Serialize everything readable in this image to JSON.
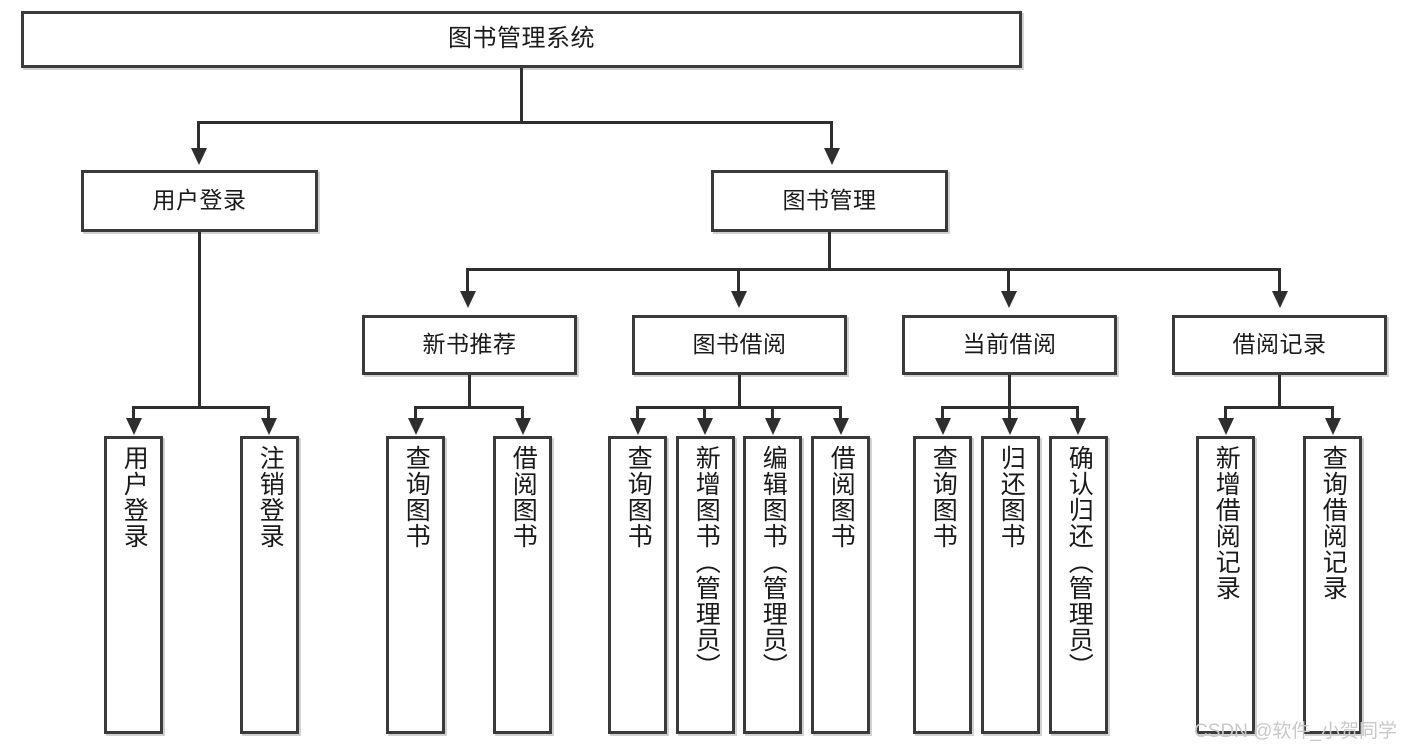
{
  "diagram": {
    "title": "图书管理系统",
    "root": {
      "label": "图书管理系统"
    },
    "level2": [
      {
        "label": "用户登录"
      },
      {
        "label": "图书管理"
      }
    ],
    "level3": [
      {
        "label": "新书推荐"
      },
      {
        "label": "图书借阅"
      },
      {
        "label": "当前借阅"
      },
      {
        "label": "借阅记录"
      }
    ],
    "leaves": {
      "user_login": [
        {
          "label": "用户登录"
        },
        {
          "label": "注销登录"
        }
      ],
      "new_book_recommend": [
        {
          "label": "查询图书"
        },
        {
          "label": "借阅图书"
        }
      ],
      "book_borrow": [
        {
          "label": "查询图书"
        },
        {
          "label": "新增图书（管理员）"
        },
        {
          "label": "编辑图书（管理员）"
        },
        {
          "label": "借阅图书"
        }
      ],
      "current_borrow": [
        {
          "label": "查询图书"
        },
        {
          "label": "归还图书"
        },
        {
          "label": "确认归还（管理员）"
        }
      ],
      "borrow_record": [
        {
          "label": "新增借阅记录"
        },
        {
          "label": "查询借阅记录"
        }
      ]
    }
  },
  "watermark": {
    "text": "CSDN @软件_小贺同学"
  },
  "colors": {
    "box_border": "#3a3a3a",
    "connector": "#2e2e2e",
    "box_fill": "#ffffff",
    "text": "#1a1a1a",
    "watermark": "#c9c9c9"
  }
}
